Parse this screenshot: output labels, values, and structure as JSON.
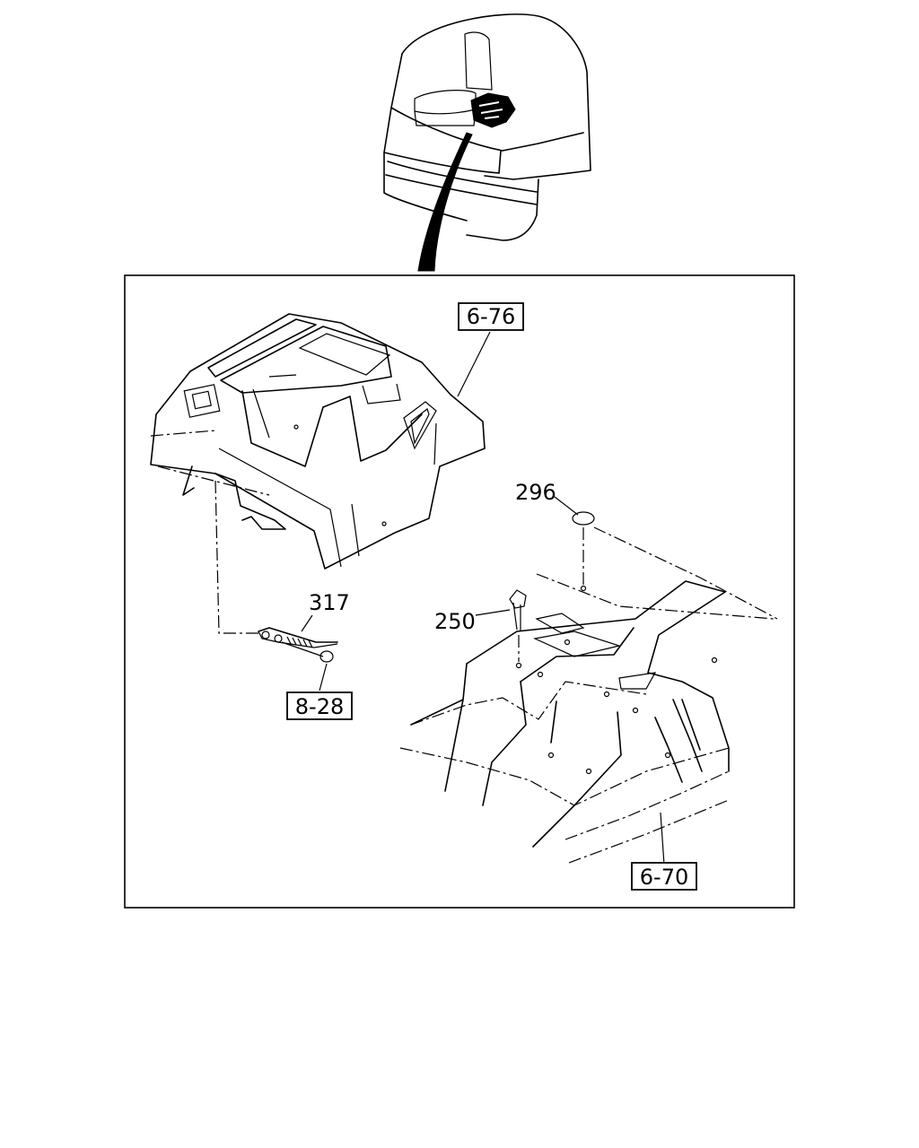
{
  "callouts": {
    "ref_6_76": "6-76",
    "ref_6_70": "6-70",
    "ref_8_28": "8-28",
    "part_296": "296",
    "part_317": "317",
    "part_250": "250"
  }
}
